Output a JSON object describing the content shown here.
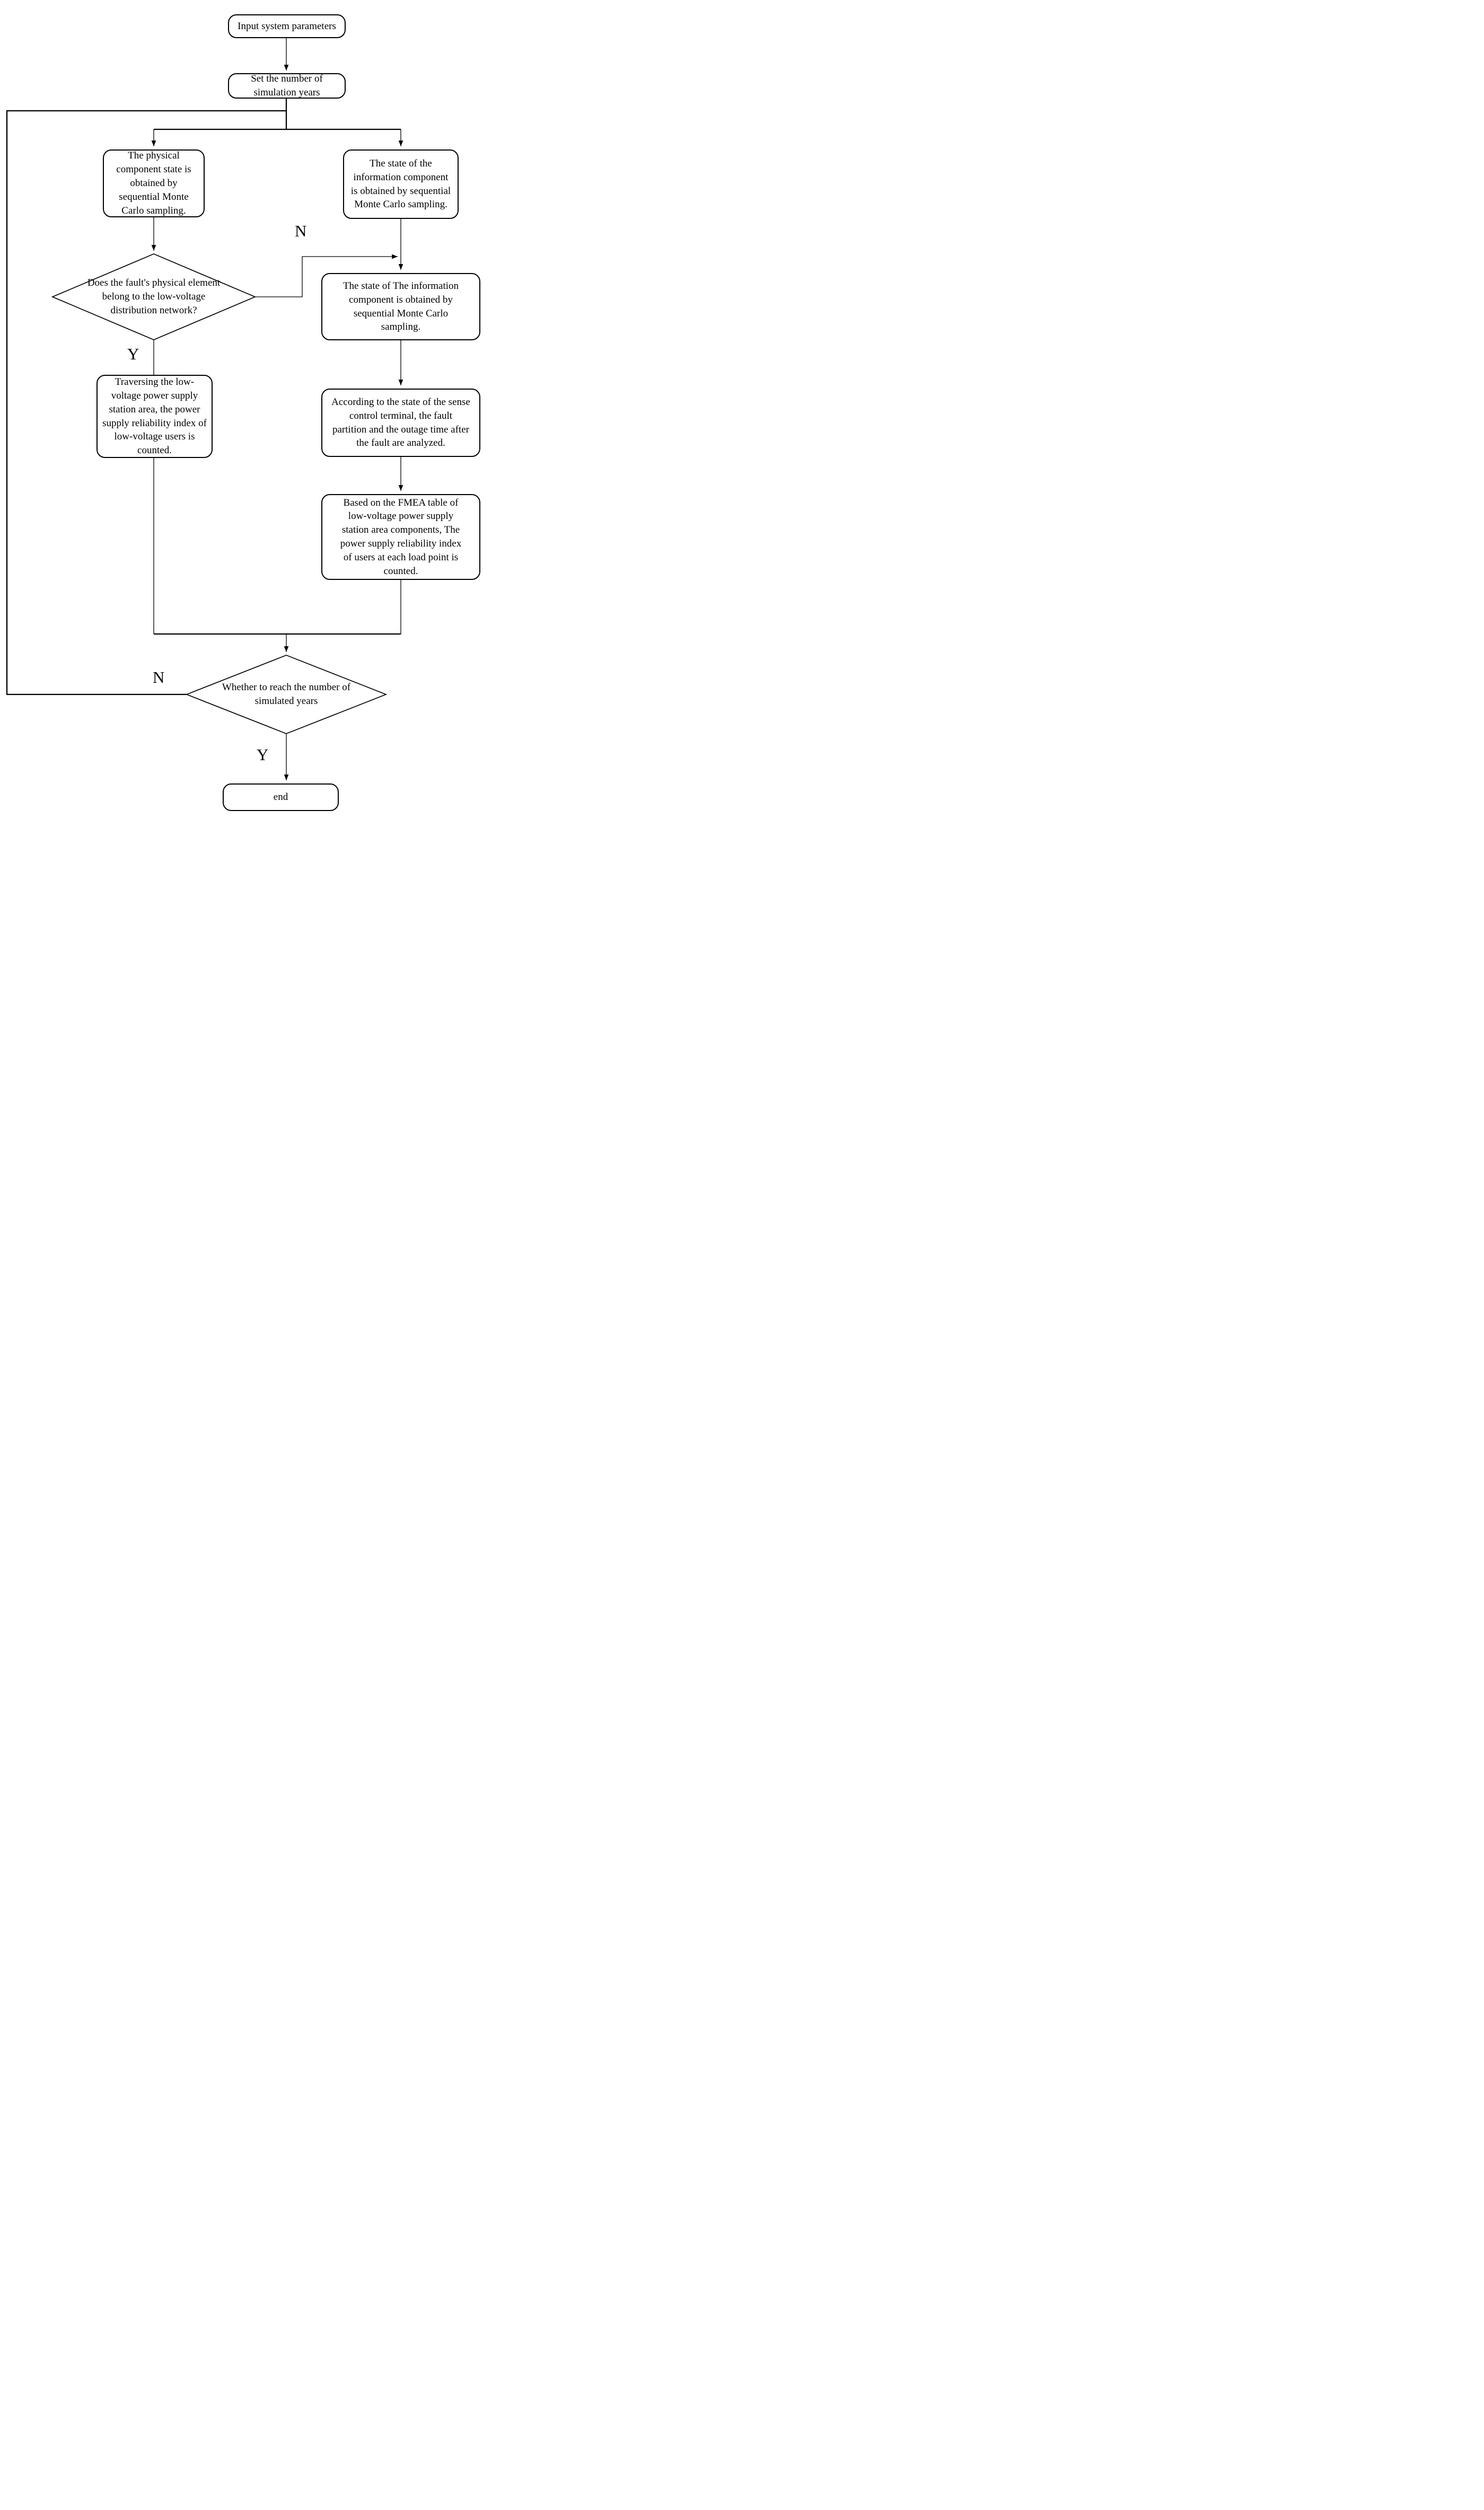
{
  "figure": {
    "type": "flowchart",
    "background_color": "#ffffff",
    "line_color": "#000000",
    "text_color": "#000000"
  },
  "nodes": {
    "input": {
      "shape": "rounded-rectangle",
      "text": "Input system parameters"
    },
    "set_years": {
      "shape": "rounded-rectangle",
      "text": "Set the number of simulation years"
    },
    "physical_sampling": {
      "shape": "rounded-rectangle",
      "text": "The physical component state is obtained by sequential Monte Carlo sampling."
    },
    "information_sampling": {
      "shape": "rounded-rectangle",
      "text": "The state of the information component is obtained by sequential Monte Carlo sampling."
    },
    "fault_in_lv_network": {
      "shape": "diamond",
      "text": "Does the fault's physical element belong to the low-voltage distribution network?"
    },
    "information_state_sampling": {
      "shape": "rounded-rectangle",
      "text": "The state of The information component is obtained by sequential Monte Carlo sampling."
    },
    "traverse_station_area": {
      "shape": "rounded-rectangle",
      "text": "Traversing the low-voltage power supply station area, the power supply reliability index of low-voltage users is counted."
    },
    "analyze_fault_partition": {
      "shape": "rounded-rectangle",
      "text": "According to the state of the sense control terminal, the fault partition and the outage time after the fault are analyzed."
    },
    "fmea_reliability_index": {
      "shape": "rounded-rectangle",
      "text": "Based on the FMEA table of low-voltage power supply station area components, The power supply reliability index of users at each load point is counted."
    },
    "reach_years": {
      "shape": "diamond",
      "text": "Whether to reach the number of simulated years"
    },
    "end": {
      "shape": "rounded-rectangle",
      "text": "end"
    }
  },
  "branch_labels": {
    "fault_no": "N",
    "fault_yes": "Y",
    "years_no": "N",
    "years_yes": "Y"
  },
  "edges": [
    {
      "from": "input",
      "to": "set_years",
      "arrow": true
    },
    {
      "from": "set_years",
      "to": "physical_sampling",
      "arrow": true
    },
    {
      "from": "set_years",
      "to": "information_sampling",
      "arrow": true
    },
    {
      "from": "physical_sampling",
      "to": "fault_in_lv_network",
      "arrow": true
    },
    {
      "from": "fault_in_lv_network",
      "to": "information_state_sampling",
      "label": "N",
      "arrow": true
    },
    {
      "from": "information_sampling",
      "to": "information_state_sampling",
      "arrow": true
    },
    {
      "from": "fault_in_lv_network",
      "to": "traverse_station_area",
      "label": "Y",
      "arrow": false
    },
    {
      "from": "information_state_sampling",
      "to": "analyze_fault_partition",
      "arrow": true
    },
    {
      "from": "analyze_fault_partition",
      "to": "fmea_reliability_index",
      "arrow": true
    },
    {
      "from": "traverse_station_area",
      "to": "reach_years",
      "arrow": true
    },
    {
      "from": "fmea_reliability_index",
      "to": "reach_years",
      "arrow": true
    },
    {
      "from": "reach_years",
      "to": "set_years",
      "label": "N",
      "arrow": false
    },
    {
      "from": "reach_years",
      "to": "end",
      "label": "Y",
      "arrow": true
    }
  ]
}
